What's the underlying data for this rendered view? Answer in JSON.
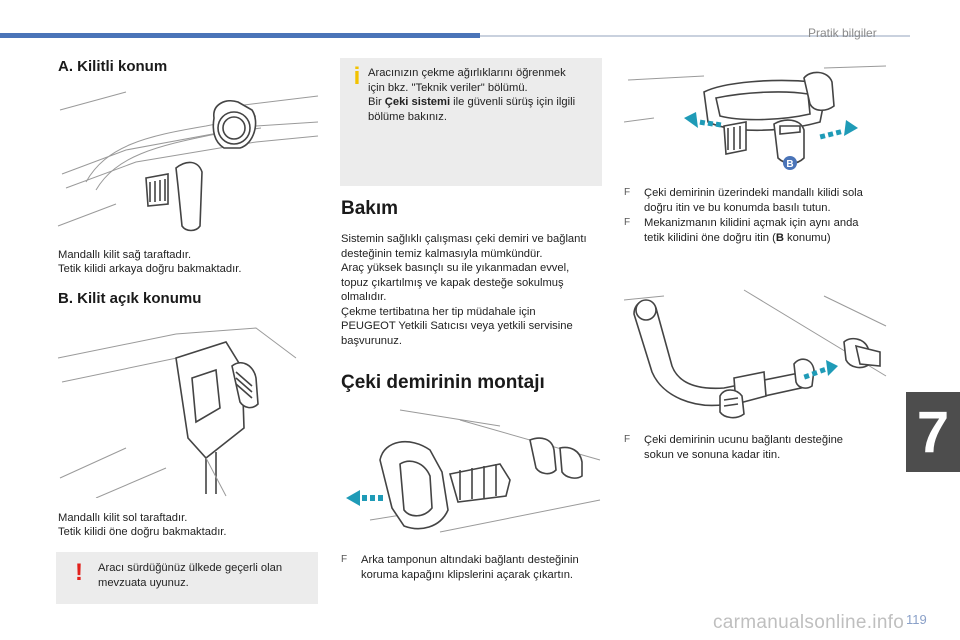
{
  "header": {
    "section_title": "Pratik bilgiler",
    "chapter_number": "7"
  },
  "col1": {
    "heading_a": "A. Kilitli konum",
    "text_a_line1": "Mandallı kilit sağ taraftadır.",
    "text_a_line2": "Tetik kilidi arkaya doğru bakmaktadır.",
    "heading_b": "B. Kilit açık konumu",
    "text_b_line1": "Mandallı kilit sol taraftadır.",
    "text_b_line2": "Tetik kilidi öne doğru bakmaktadır.",
    "warning_line1": "Aracı sürdüğünüz ülkede geçerli olan",
    "warning_line2": "mevzuata uyunuz.",
    "warning_mark": "!"
  },
  "col2": {
    "info_line1": "Aracınızın çekme ağırlıklarını öğrenmek",
    "info_line2": "için bkz. \"Teknik veriler\" bölümü.",
    "info_line3_pre": "Bir ",
    "info_line3_bold": "Çeki sistemi",
    "info_line3_post": " ile güvenli sürüş için ilgili",
    "info_line4": "bölüme bakınız.",
    "info_mark": "i",
    "heading_bakim": "Bakım",
    "bakim_l1": "Sistemin sağlıklı çalışması çeki demiri ve bağlantı",
    "bakim_l2": "desteğinin temiz kalmasıyla mümkündür.",
    "bakim_l3": "Araç yüksek basınçlı su ile yıkanmadan evvel,",
    "bakim_l4": "topuz çıkartılmış ve kapak desteğe sokulmuş",
    "bakim_l5": "olmalıdır.",
    "bakim_l6": "Çekme tertibatına her tip müdahale için",
    "bakim_l7": "PEUGEOT Yetkili Satıcısı veya yetkili servisine",
    "bakim_l8": "başvurunuz.",
    "heading_montaj": "Çeki demirinin montajı",
    "step1_l1": "Arka tamponun altındaki bağlantı desteğinin",
    "step1_l2": "koruma kapağını klipslerini açarak çıkartın."
  },
  "col3": {
    "step2_l1": "Çeki demirinin üzerindeki mandallı kilidi sola",
    "step2_l2": "doğru itin ve bu konumda basılı tutun.",
    "step3_l1": "Mekanizmanın kilidini açmak için aynı anda",
    "step3_l2_pre": "tetik kilidini öne doğru itin (",
    "step3_l2_bold": "B",
    "step3_l2_post": " konumu)",
    "step4_l1": "Çeki demirinin ucunu bağlantı desteğine",
    "step4_l2": "sokun ve sonuna kadar itin.",
    "label_b": "B"
  },
  "footer": {
    "page_number": "119",
    "watermark": "carmanualsonline.info"
  },
  "bullet_symbol": "F",
  "colors": {
    "accent_blue": "#4a74b8",
    "warning_red": "#e2211c",
    "info_yellow": "#f2c200",
    "arrow_teal": "#1f9bb7"
  },
  "icons": {
    "bullet": "bullet-f-icon"
  }
}
